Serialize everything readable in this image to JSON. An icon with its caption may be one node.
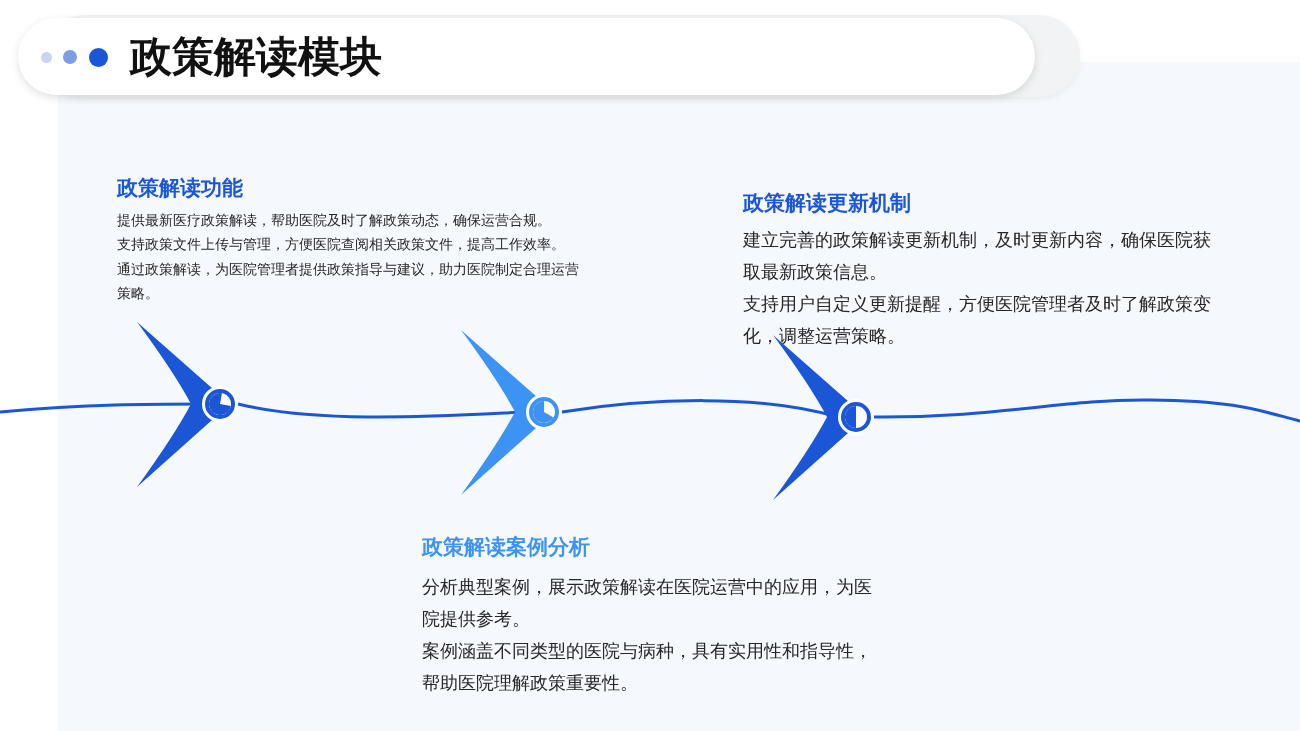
{
  "diagram": {
    "title": "政策解读模块",
    "nodes": [
      {
        "text": [],
        "shape": "circle",
        "beside": [
          "政策解读功能",
          "提供最新医疗政策解读，帮助医院及时了解政策动态，确保运营合规。",
          "支持政策文件上传与管理，方便医院查阅相关政策文件，提高工作效率。",
          "通过政策解读，为医院管理者提供政策指导与建议，助力医院制定合理运营策略。"
        ]
      },
      {
        "text": [],
        "shape": "circle",
        "beside": [
          "政策解读案例分析",
          "分析典型案例，展示政策解读在医院运营中的应用，为医院提供参考。",
          "案例涵盖不同类型的医院与病种，具有实用性和指导性，帮助医院理解政策重要性。"
        ]
      },
      {
        "text": [],
        "shape": "circle",
        "beside": [
          "政策解读更新机制",
          "建立完善的政策解读更新机制，及时更新内容，确保医院获取最新政策信息。",
          "支持用户自定义更新提醒，方便医院管理者及时了解政策变化，调整运营策略。"
        ]
      }
    ],
    "edges": [
      {
        "from": null,
        "to": 0,
        "arrow": "to"
      },
      {
        "from": 0,
        "to": 1,
        "arrow": "to"
      },
      {
        "from": 1,
        "to": 2,
        "arrow": "to"
      },
      {
        "from": 2,
        "to": null,
        "arrow": "none"
      }
    ]
  }
}
